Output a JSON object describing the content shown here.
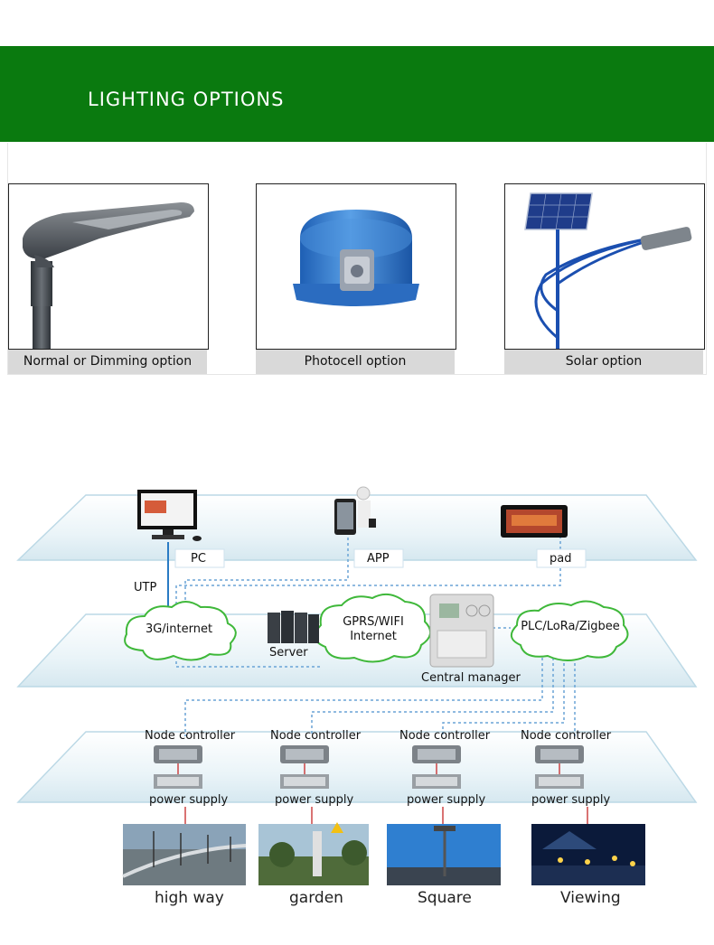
{
  "header": {
    "title": "LIGHTING OPTIONS",
    "bg_color": "#0a7a0f"
  },
  "options": [
    {
      "caption": "Normal or Dimming option",
      "icon": "street-light-icon"
    },
    {
      "caption": "Photocell option",
      "icon": "photocell-icon"
    },
    {
      "caption": "Solar option",
      "icon": "solar-street-light-icon"
    }
  ],
  "diagram": {
    "top_layer": {
      "pc": "PC",
      "app": "APP",
      "pad": "pad"
    },
    "link": "UTP",
    "middle_layer": {
      "cloud_left": "3G/internet",
      "server": "Server",
      "cloud_mid_line1": "GPRS/WIFI",
      "cloud_mid_line2": "Internet",
      "central": "Central manager",
      "cloud_right": "PLC/LoRa/Zigbee"
    },
    "nodes": [
      {
        "controller": "Node controller",
        "power": "power supply",
        "place": "high way"
      },
      {
        "controller": "Node controller",
        "power": "power supply",
        "place": "garden"
      },
      {
        "controller": "Node controller",
        "power": "power supply",
        "place": "Square"
      },
      {
        "controller": "Node controller",
        "power": "power supply",
        "place": "Viewing"
      }
    ]
  }
}
